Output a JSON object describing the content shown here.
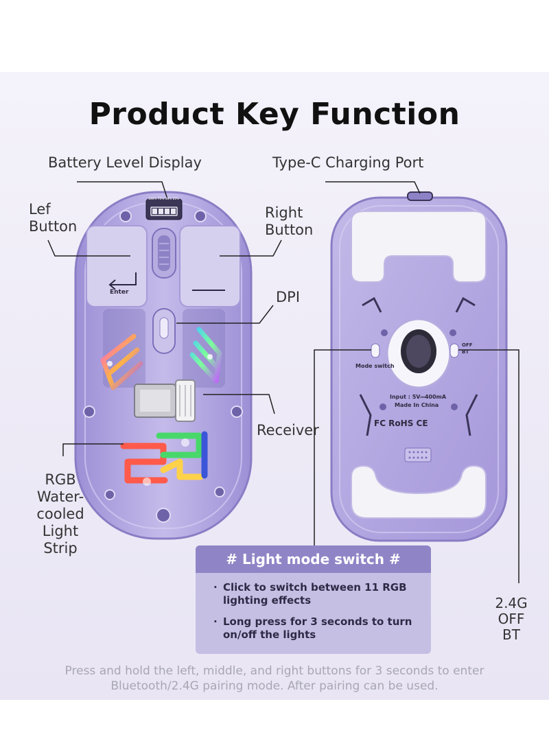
{
  "title": "Product Key Function",
  "labels": {
    "battery_level_display": "Battery Level Display",
    "type_c_port": "Type-C Charging Port",
    "left_button_line1": "Lef",
    "left_button_line2": "Button",
    "right_button_line1": "Right",
    "right_button_line2": "Button",
    "dpi": "DPI",
    "receiver": "Receiver",
    "rgb_strip": [
      "RGB",
      "Water-",
      "cooled",
      "Light",
      "Strip"
    ],
    "mode_values": [
      "2.4G",
      "OFF",
      "BT"
    ]
  },
  "keycap_text": "Enter",
  "battery_scale": "100% 75% 50% 25%",
  "bottom_print": {
    "mode_switch": "Mode switch",
    "off": "OFF",
    "bt": "BT",
    "input": "Input : 5V⎓400mA",
    "made_in": "Made In China",
    "certs": "FC RoHS CE"
  },
  "light_mode_box": {
    "heading": "# Light mode switch #",
    "bullets": [
      "Click to switch between 11 RGB lighting effects",
      "Long press for 3 seconds to turn on/off the lights"
    ]
  },
  "footnote": "Press and hold the left, middle, and right buttons for 3 seconds to enter Bluetooth/2.4G pairing mode. After pairing can be used.",
  "colors": {
    "shell": "#b3a8df",
    "shell_dark": "#8e81c7",
    "button_cap": "#d6d0ef",
    "accent_banner": "#8f85c6",
    "box_bg": "#c6bfe4"
  }
}
